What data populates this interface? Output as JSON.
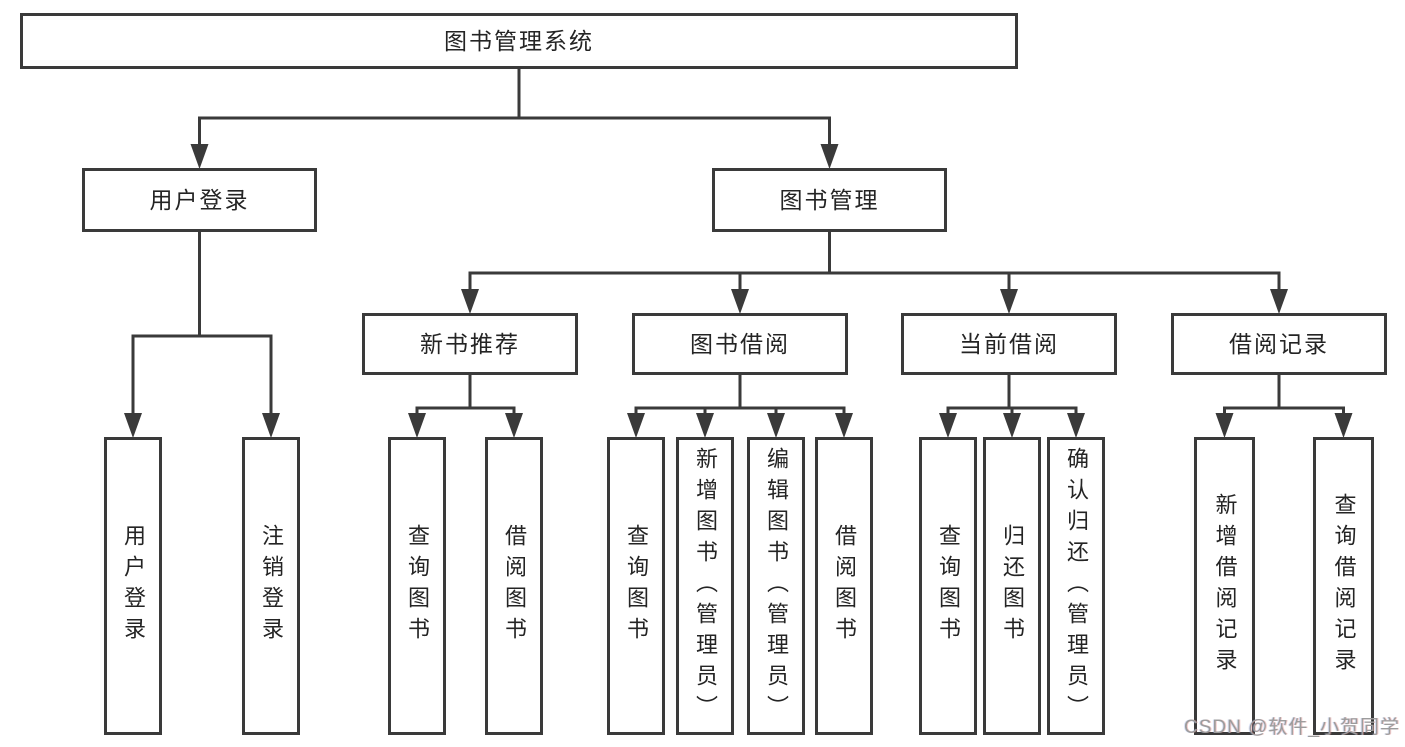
{
  "diagram_title": "图书管理系统",
  "watermark": "CSDN @软件_小贺同学",
  "colors": {
    "line": "#3a3a3a",
    "box_border": "#3a3a3a",
    "text": "#242424",
    "watermark": "#9c9c9c",
    "background": "#ffffff"
  },
  "nodes": [
    {
      "id": "root",
      "label": "图书管理系统",
      "parent": null
    },
    {
      "id": "user-login",
      "label": "用户登录",
      "parent": "root"
    },
    {
      "id": "book-mgmt",
      "label": "图书管理",
      "parent": "root"
    },
    {
      "id": "new-book-rec",
      "label": "新书推荐",
      "parent": "book-mgmt"
    },
    {
      "id": "book-borrow",
      "label": "图书借阅",
      "parent": "book-mgmt"
    },
    {
      "id": "current-borrow",
      "label": "当前借阅",
      "parent": "book-mgmt"
    },
    {
      "id": "borrow-records",
      "label": "借阅记录",
      "parent": "book-mgmt"
    },
    {
      "id": "leaf-user-login",
      "label": "用户登录",
      "parent": "user-login"
    },
    {
      "id": "leaf-logout",
      "label": "注销登录",
      "parent": "user-login"
    },
    {
      "id": "leaf-query-book-rec",
      "label": "查询图书",
      "parent": "new-book-rec"
    },
    {
      "id": "leaf-borrow-book-rec",
      "label": "借阅图书",
      "parent": "new-book-rec"
    },
    {
      "id": "leaf-query-book-borrow",
      "label": "查询图书",
      "parent": "book-borrow"
    },
    {
      "id": "leaf-add-book",
      "label": "新增图书（管理员）",
      "parent": "book-borrow"
    },
    {
      "id": "leaf-edit-book",
      "label": "编辑图书（管理员）",
      "parent": "book-borrow"
    },
    {
      "id": "leaf-borrow-book",
      "label": "借阅图书",
      "parent": "book-borrow"
    },
    {
      "id": "leaf-query-book-current",
      "label": "查询图书",
      "parent": "current-borrow"
    },
    {
      "id": "leaf-return-book",
      "label": "归还图书",
      "parent": "current-borrow"
    },
    {
      "id": "leaf-confirm-return",
      "label": "确认归还（管理员）",
      "parent": "current-borrow"
    },
    {
      "id": "leaf-add-borrow-record",
      "label": "新增借阅记录",
      "parent": "borrow-records"
    },
    {
      "id": "leaf-query-borrow-record",
      "label": "查询借阅记录",
      "parent": "borrow-records"
    }
  ]
}
